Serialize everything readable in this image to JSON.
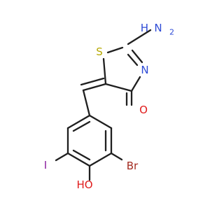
{
  "molecule": {
    "atoms": {
      "sulfur": {
        "symbol": "S",
        "color": "#b5a800"
      },
      "amino": {
        "symbol": "H",
        "subscript": "2",
        "prefix": "N",
        "color": "#2e4bd6"
      },
      "ring_nitrogen": {
        "symbol": "N",
        "color": "#2e4bd6"
      },
      "carbonyl_oxygen": {
        "symbol": "O",
        "color": "#e01b1b"
      },
      "bromine": {
        "symbol": "Br",
        "color": "#a32a1f"
      },
      "iodine": {
        "symbol": "I",
        "color": "#8b1fa0"
      },
      "hydroxyl": {
        "symbol": "HO",
        "color": "#e01b1b"
      }
    },
    "bond_color": "#1f1f1f"
  }
}
